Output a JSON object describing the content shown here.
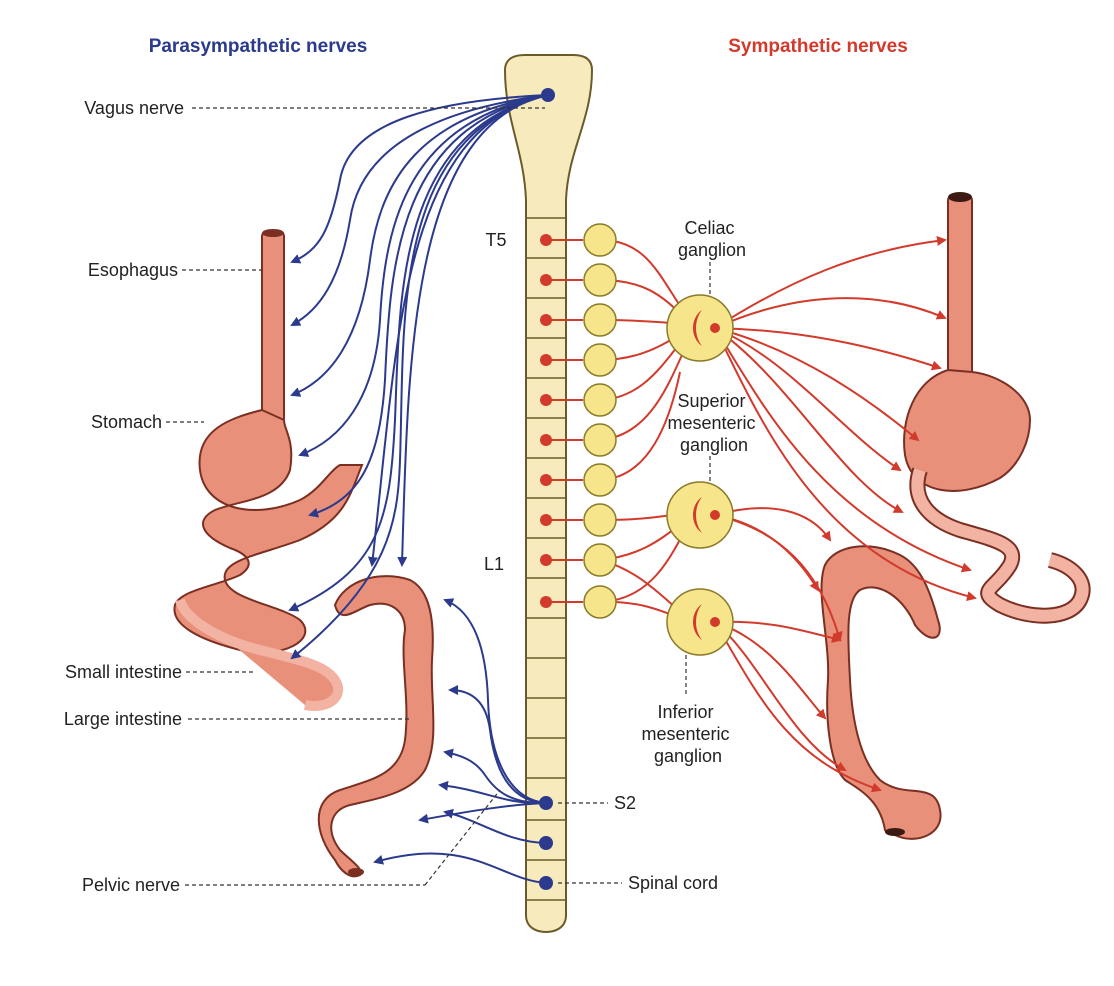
{
  "headers": {
    "parasympathetic": "Parasympathetic nerves",
    "sympathetic": "Sympathetic nerves"
  },
  "labels": {
    "vagus_nerve": "Vagus nerve",
    "esophagus": "Esophagus",
    "stomach": "Stomach",
    "small_intestine": "Small intestine",
    "large_intestine": "Large intestine",
    "pelvic_nerve": "Pelvic nerve",
    "t5": "T5",
    "l1": "L1",
    "s2": "S2",
    "spinal_cord": "Spinal cord",
    "celiac_ganglion": [
      "Celiac",
      "ganglion"
    ],
    "superior_mesenteric_ganglion": [
      "Superior",
      "mesenteric",
      "ganglion"
    ],
    "inferior_mesenteric_ganglion": [
      "Inferior",
      "mesenteric",
      "ganglion"
    ]
  },
  "colors": {
    "parasympathetic": "#2b3a8c",
    "sympathetic": "#d23a2c",
    "spinal_cord": "#f7ebbd",
    "ganglion": "#f7e58c",
    "gut": "#e8907a"
  }
}
